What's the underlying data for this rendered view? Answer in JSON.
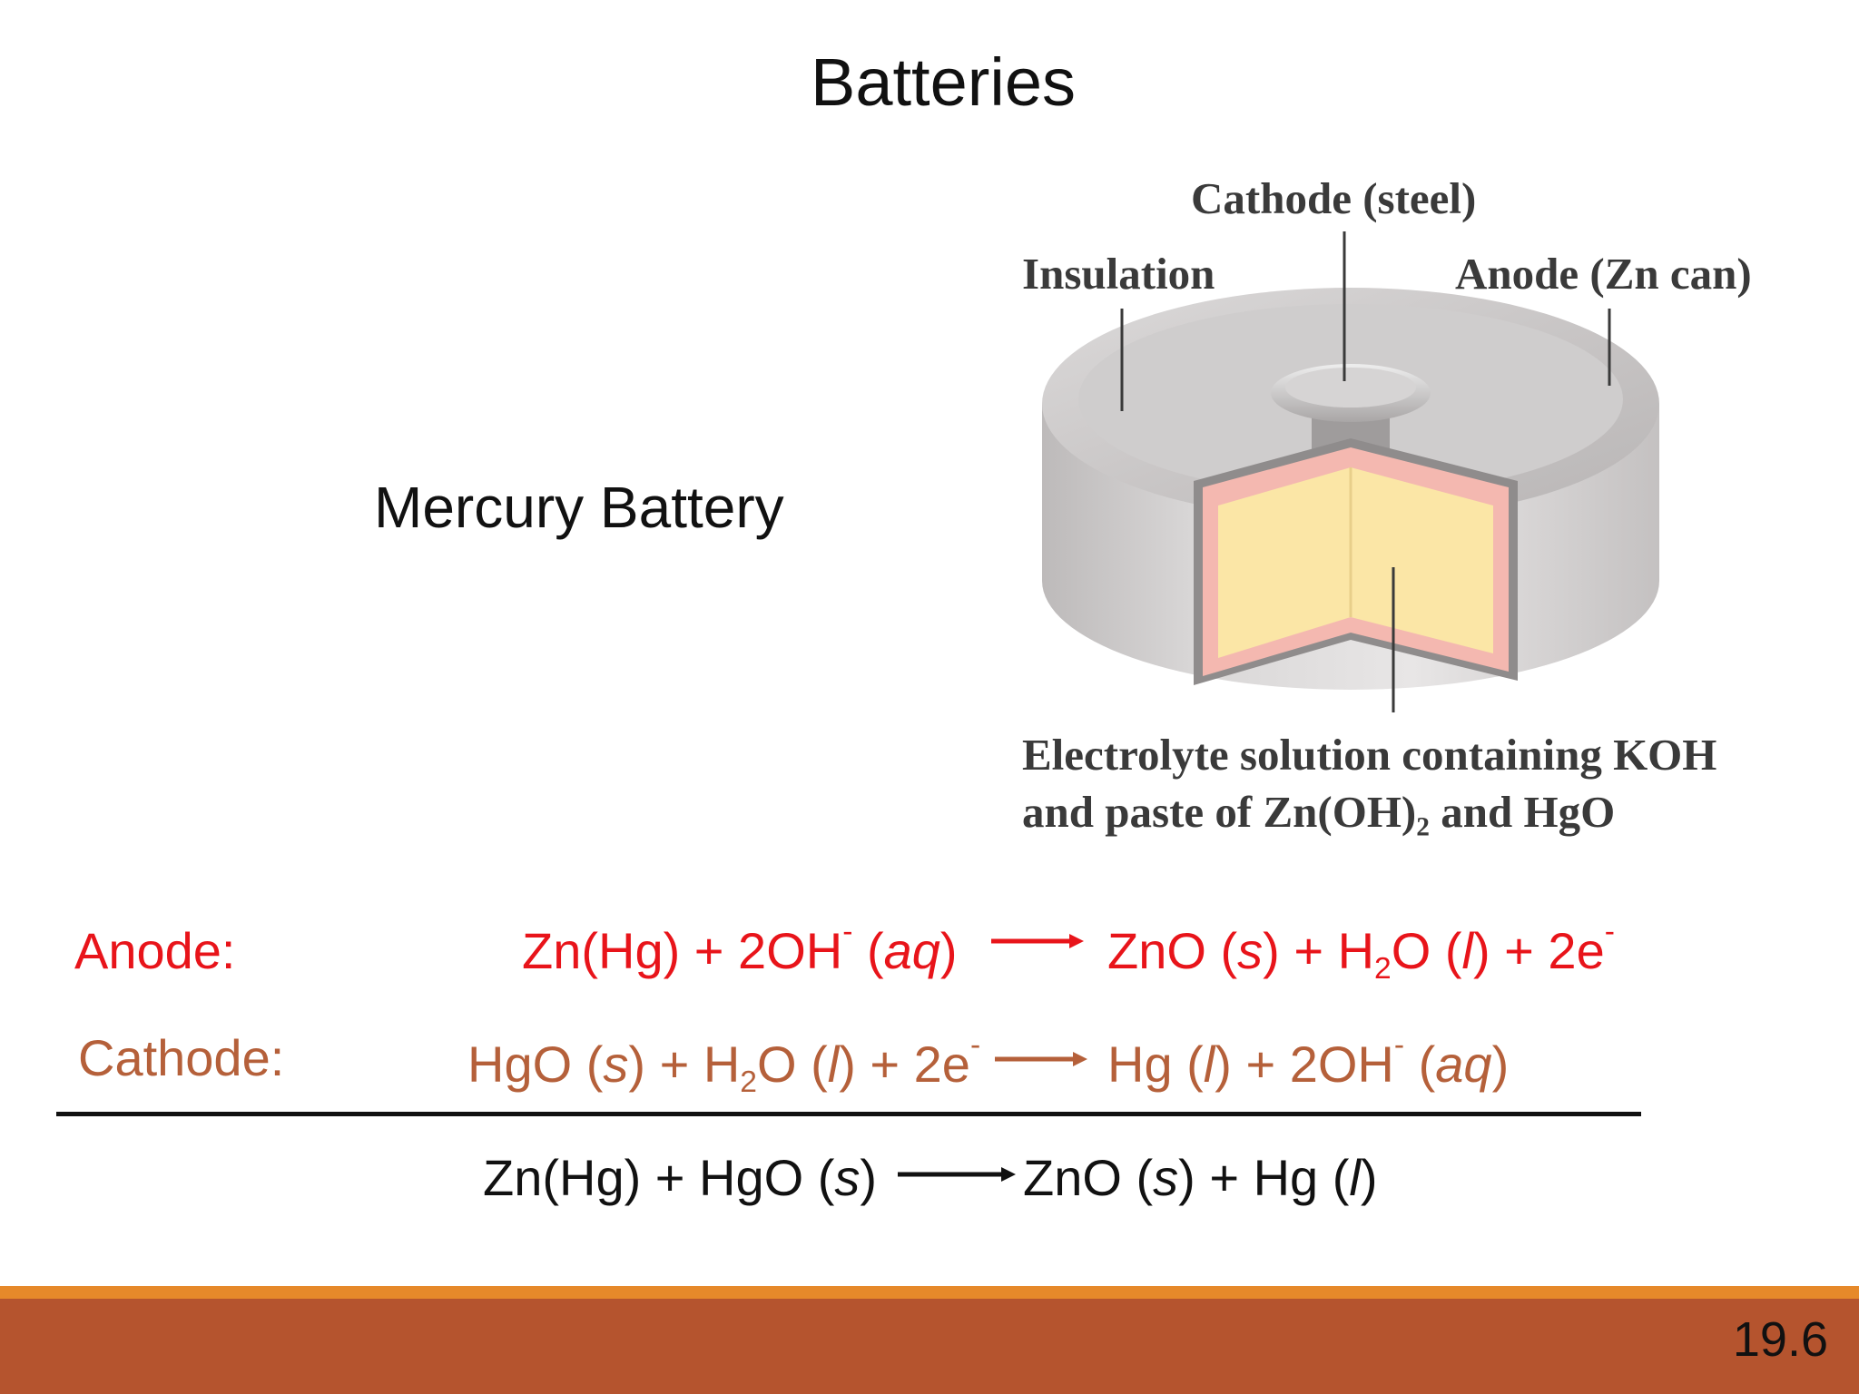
{
  "slide": {
    "title": "Batteries",
    "subtitle": "Mercury Battery",
    "page_number": "19.6"
  },
  "figure": {
    "label_cathode": "Cathode (steel)",
    "label_insulation": "Insulation",
    "label_anode": "Anode (Zn can)",
    "caption_line1": "Electrolyte solution containing KOH",
    "caption_line2_a": "and paste of Zn(OH)",
    "caption_line2_sub": "2",
    "caption_line2_b": " and HgO"
  },
  "anode": {
    "label": "Anode:",
    "r1": "Zn(Hg) + 2OH",
    "r1_sup": "-",
    "r2": " (",
    "r2_it": "aq",
    "r2_end": ")",
    "p1": "ZnO (",
    "p1_it": "s",
    "p2": ") + H",
    "p2_sub": "2",
    "p3": "O (",
    "p3_it": "l",
    "p4": ") + 2e",
    "p4_sup": "-"
  },
  "cathode": {
    "label": "Cathode:",
    "r1": "HgO (",
    "r1_it": "s",
    "r2": ") + H",
    "r2_sub": "2",
    "r3": "O (",
    "r3_it": "l",
    "r4": ") + 2e",
    "r4_sup": "-",
    "p1": "Hg (",
    "p1_it": "l",
    "p2": ") + 2OH",
    "p2_sup": "-",
    "p3": " (",
    "p3_it": "aq",
    "p4": ")"
  },
  "overall": {
    "r1": "Zn(Hg) + HgO (",
    "r1_it": "s",
    "r2": ")",
    "p1": "ZnO (",
    "p1_it": "s",
    "p2": ") + Hg (",
    "p2_it": "l",
    "p3": ")"
  },
  "colors": {
    "anode": "#e8141a",
    "cathode": "#b5603a",
    "footer_band": "#b5542e",
    "footer_line": "#e6892a"
  }
}
